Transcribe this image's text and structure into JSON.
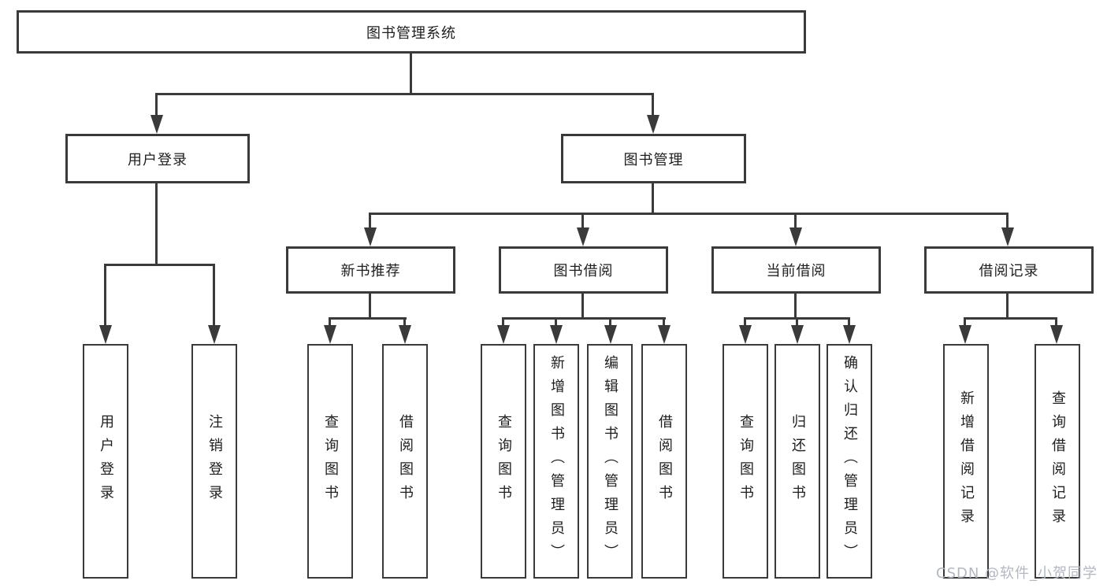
{
  "diagram_title": "图书管理系统",
  "watermark": "CSDN @软件_小贺同学",
  "colors": {
    "line": "#3a3a3a",
    "box_border": "#3a3a3a",
    "text": "#1e1e1e",
    "watermark": "#b3b7c2",
    "background": "#ffffff"
  },
  "tree": {
    "label": "图书管理系统",
    "children": [
      {
        "label": "用户登录",
        "children": [
          {
            "label": "用户登录"
          },
          {
            "label": "注销登录"
          }
        ]
      },
      {
        "label": "图书管理",
        "children": [
          {
            "label": "新书推荐",
            "children": [
              {
                "label": "查询图书"
              },
              {
                "label": "借阅图书"
              }
            ]
          },
          {
            "label": "图书借阅",
            "children": [
              {
                "label": "查询图书"
              },
              {
                "label": "新增图书（管理员）"
              },
              {
                "label": "编辑图书（管理员）"
              },
              {
                "label": "借阅图书"
              }
            ]
          },
          {
            "label": "当前借阅",
            "children": [
              {
                "label": "查询图书"
              },
              {
                "label": "归还图书"
              },
              {
                "label": "确认归还（管理员）"
              }
            ]
          },
          {
            "label": "借阅记录",
            "children": [
              {
                "label": "新增借阅记录"
              },
              {
                "label": "查询借阅记录"
              }
            ]
          }
        ]
      }
    ]
  }
}
